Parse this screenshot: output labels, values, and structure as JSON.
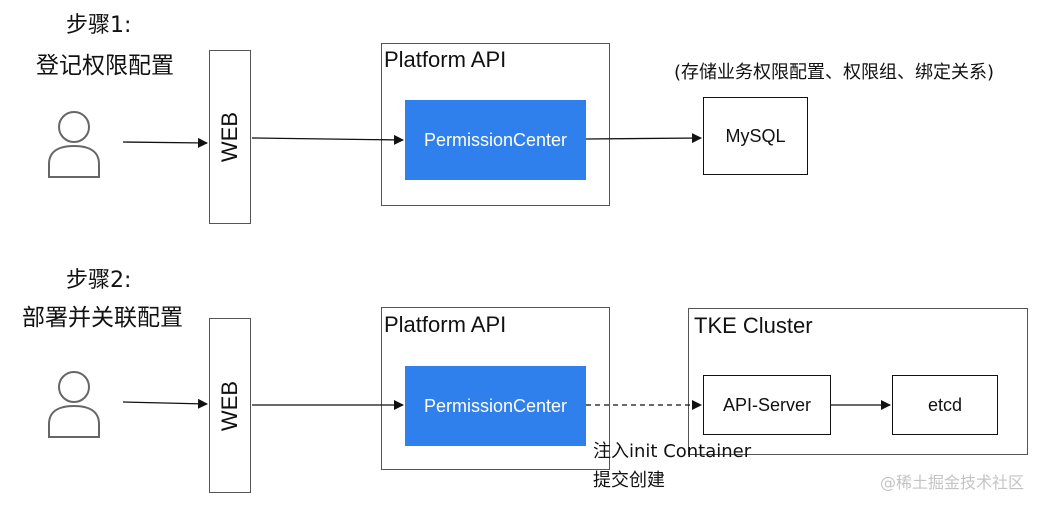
{
  "step1": {
    "title": "步骤1:",
    "subtitle": "登记权限配置",
    "web_label": "WEB",
    "platform_title": "Platform API",
    "permission_center": "PermissionCenter",
    "mysql": "MySQL",
    "mysql_note": "(存储业务权限配置、权限组、绑定关系)"
  },
  "step2": {
    "title": "步骤2:",
    "subtitle": "部署并关联配置",
    "web_label": "WEB",
    "platform_title": "Platform API",
    "permission_center": "PermissionCenter",
    "cluster_title": "TKE Cluster",
    "api_server": "API-Server",
    "etcd": "etcd",
    "inject_note_line1": "注入init Container",
    "inject_note_line2": "提交创建"
  },
  "watermark": "@稀土掘金技术社区",
  "colors": {
    "accent_blue": "#2f80ed",
    "stroke": "#111111",
    "user_icon": "#666666"
  }
}
